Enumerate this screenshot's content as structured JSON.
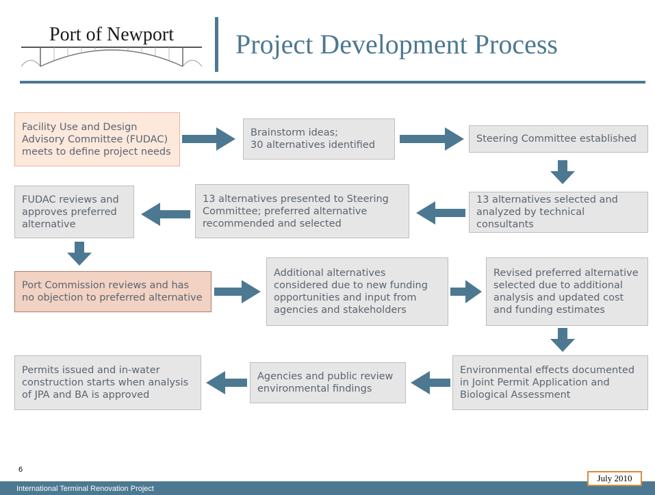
{
  "header": {
    "logo_text": "Port of Newport",
    "title": "Project Development Process"
  },
  "steps": [
    {
      "id": "fudac-meets",
      "text": "Facility Use and Design\nAdvisory Committee (FUDAC)\nmeets to define project needs",
      "style": "highlight"
    },
    {
      "id": "brainstorm",
      "text": "Brainstorm ideas;\n30 alternatives identified",
      "style": "normal"
    },
    {
      "id": "steering-established",
      "text": "Steering Committee established",
      "style": "normal"
    },
    {
      "id": "alternatives-selected",
      "text": "13 alternatives selected and\nanalyzed by technical consultants",
      "style": "normal"
    },
    {
      "id": "alternatives-presented",
      "text": "13 alternatives presented to Steering\nCommittee; preferred alternative\nrecommended and selected",
      "style": "normal"
    },
    {
      "id": "fudac-reviews",
      "text": "FUDAC reviews and\napproves preferred\nalternative",
      "style": "normal"
    },
    {
      "id": "port-commission",
      "text": "Port Commission reviews and has\nno objection to preferred alternative",
      "style": "emphasis"
    },
    {
      "id": "additional-alternatives",
      "text": "Additional alternatives\nconsidered due to new funding\nopportunities and input from\nagencies and stakeholders",
      "style": "normal"
    },
    {
      "id": "revised-preferred",
      "text": "Revised preferred alternative\nselected due to additional\nanalysis and updated cost\nand funding estimates",
      "style": "normal"
    },
    {
      "id": "environmental-effects",
      "text": "Environmental effects documented\nin Joint Permit Application and\nBiological Assessment",
      "style": "normal"
    },
    {
      "id": "agencies-review",
      "text": "Agencies and public review\nenvironmental findings",
      "style": "normal"
    },
    {
      "id": "permits-issued",
      "text": "Permits issued and in-water\nconstruction starts when analysis\nof JPA and BA is approved",
      "style": "normal"
    }
  ],
  "footer": {
    "page_number": "6",
    "project_name": "International Terminal Renovation Project",
    "date": "July 2010"
  },
  "colors": {
    "accent": "#4d7891",
    "box_fill": "#e6e6e6",
    "highlight_fill": "#fde8dc",
    "emphasis_fill": "#f2d2c3",
    "date_border": "#d98a3a"
  }
}
